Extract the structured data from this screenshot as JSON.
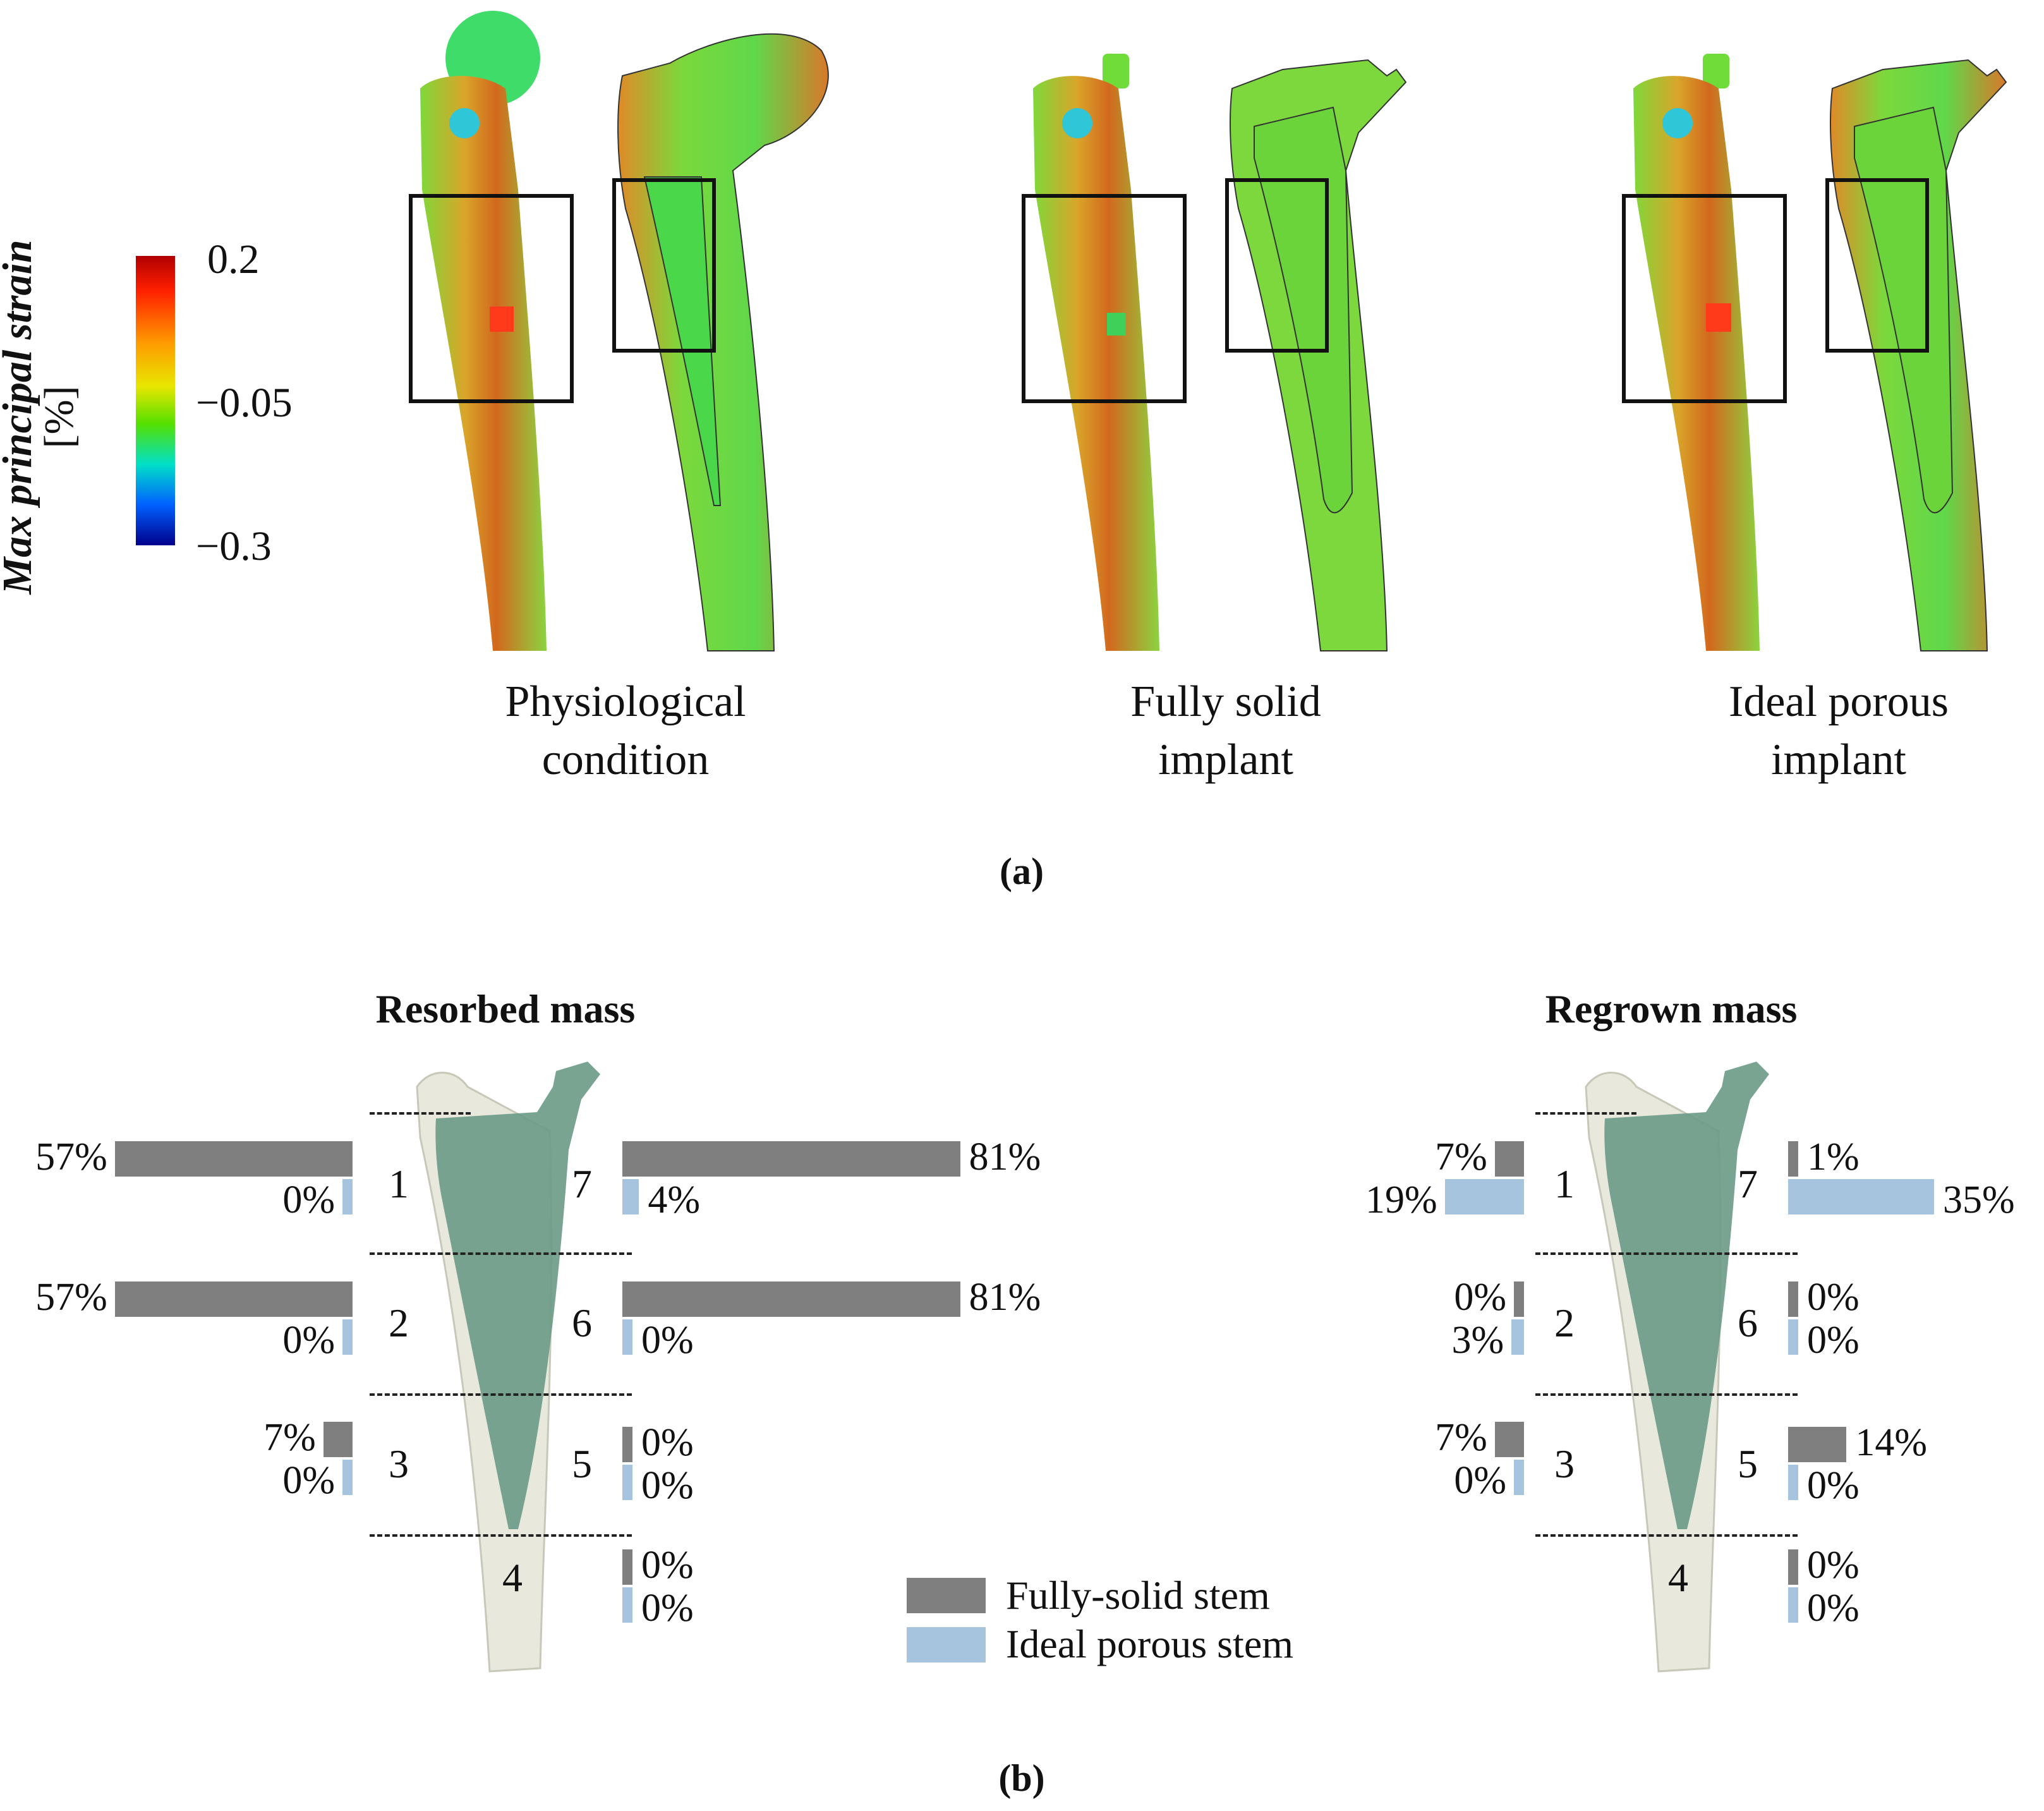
{
  "colorbar": {
    "title_italic": "Max principal strain",
    "unit": "[%]",
    "max": "0.2",
    "mid": "−0.05",
    "min": "−0.3"
  },
  "panel_a": {
    "captions": [
      {
        "line1": "Physiological",
        "line2": "condition"
      },
      {
        "line1": "Fully solid",
        "line2": "implant"
      },
      {
        "line1": "Ideal porous",
        "line2": "implant"
      }
    ],
    "label": "(a)"
  },
  "panel_b": {
    "label": "(b)",
    "resorbed": {
      "title": "Resorbed mass",
      "zones": [
        {
          "id": "1",
          "solid": "57%",
          "porous": "0%",
          "solid_value": 57,
          "porous_value": 0
        },
        {
          "id": "2",
          "solid": "57%",
          "porous": "0%",
          "solid_value": 57,
          "porous_value": 0
        },
        {
          "id": "3",
          "solid": "7%",
          "porous": "0%",
          "solid_value": 7,
          "porous_value": 0
        },
        {
          "id": "4",
          "solid": "0%",
          "porous": "0%",
          "solid_value": 0,
          "porous_value": 0
        },
        {
          "id": "5",
          "solid": "0%",
          "porous": "0%",
          "solid_value": 0,
          "porous_value": 0
        },
        {
          "id": "6",
          "solid": "81%",
          "porous": "0%",
          "solid_value": 81,
          "porous_value": 0
        },
        {
          "id": "7",
          "solid": "81%",
          "porous": "4%",
          "solid_value": 81,
          "porous_value": 4
        }
      ]
    },
    "regrown": {
      "title": "Regrown mass",
      "zones": [
        {
          "id": "1",
          "solid": "7%",
          "porous": "19%",
          "solid_value": 7,
          "porous_value": 19
        },
        {
          "id": "2",
          "solid": "0%",
          "porous": "3%",
          "solid_value": 0,
          "porous_value": 3
        },
        {
          "id": "3",
          "solid": "7%",
          "porous": "0%",
          "solid_value": 7,
          "porous_value": 0
        },
        {
          "id": "4",
          "solid": "0%",
          "porous": "0%",
          "solid_value": 0,
          "porous_value": 0
        },
        {
          "id": "5",
          "solid": "14%",
          "porous": "0%",
          "solid_value": 14,
          "porous_value": 0
        },
        {
          "id": "6",
          "solid": "0%",
          "porous": "0%",
          "solid_value": 0,
          "porous_value": 0
        },
        {
          "id": "7",
          "solid": "1%",
          "porous": "35%",
          "solid_value": 1,
          "porous_value": 35
        }
      ]
    },
    "legend": [
      {
        "label": "Fully-solid stem",
        "color": "#7f7f7f"
      },
      {
        "label": "Ideal porous stem",
        "color": "#a6c4de"
      }
    ]
  }
}
